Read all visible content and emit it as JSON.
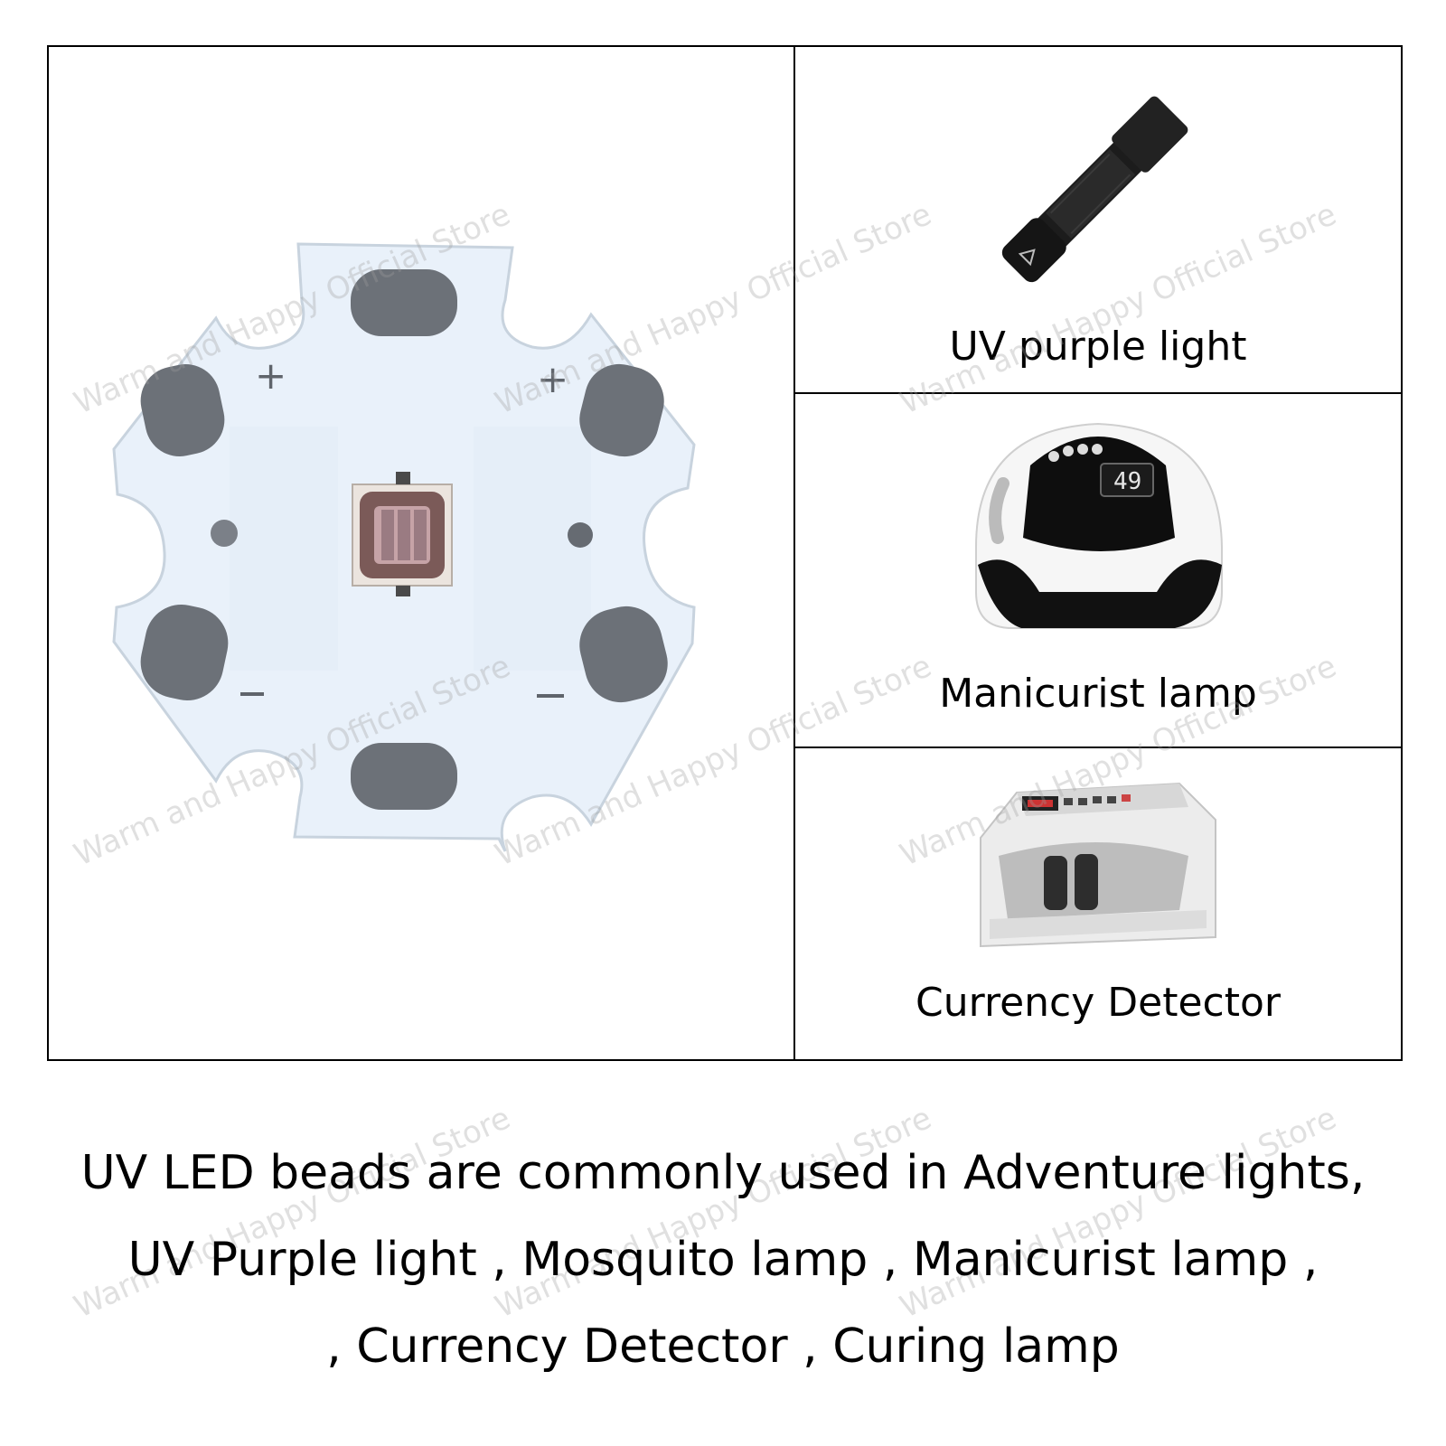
{
  "watermark": "Warm and Happy Official Store",
  "cells": [
    {
      "label": "UV purple light",
      "icon": "flashlight-icon"
    },
    {
      "label": "Manicurist lamp",
      "icon": "nail-lamp-icon"
    },
    {
      "label": "Currency Detector",
      "icon": "currency-detector-icon"
    }
  ],
  "led_board": {
    "icon": "uv-led-star-board",
    "pad_labels": [
      "+",
      "+",
      "–",
      "–"
    ]
  },
  "lamp_display": "49",
  "caption": {
    "line1": "UV LED beads are commonly used in Adventure lights,",
    "line2": "UV Purple light , Mosquito lamp , Manicurist lamp ,",
    "line3": ", Currency Detector , Curing lamp"
  },
  "colors": {
    "board": "#eaf2fb",
    "pad": "#6c7178",
    "border": "#000000"
  }
}
